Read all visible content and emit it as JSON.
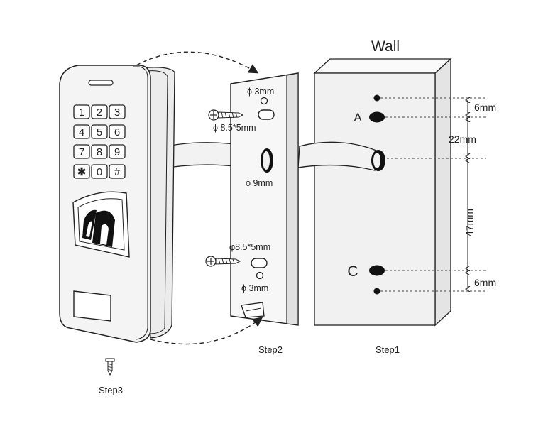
{
  "wall": {
    "title": "Wall",
    "hole_a_label": "A",
    "hole_c_label": "C"
  },
  "dimensions": {
    "top_gap": "6mm",
    "a_to_cable": "22mm",
    "cable_to_c": "47mm",
    "bottom_gap": "6mm"
  },
  "plate": {
    "top_hole": "ϕ 3mm",
    "top_slot": "ϕ 8.5*5mm",
    "cable_hole": "ϕ 9mm",
    "bottom_slot": "φ8.5*5mm",
    "bottom_hole": "ϕ 3mm"
  },
  "keypad": {
    "keys": [
      "1",
      "2",
      "3",
      "4",
      "5",
      "6",
      "7",
      "8",
      "9",
      "✱",
      "0",
      "#"
    ]
  },
  "steps": {
    "step1": "Step1",
    "step2": "Step2",
    "step3": "Step3"
  },
  "colors": {
    "wall_face": "#f3f3f3",
    "wall_side": "#e2e2e2",
    "device": "#f4f4f4",
    "outline": "#222222"
  }
}
